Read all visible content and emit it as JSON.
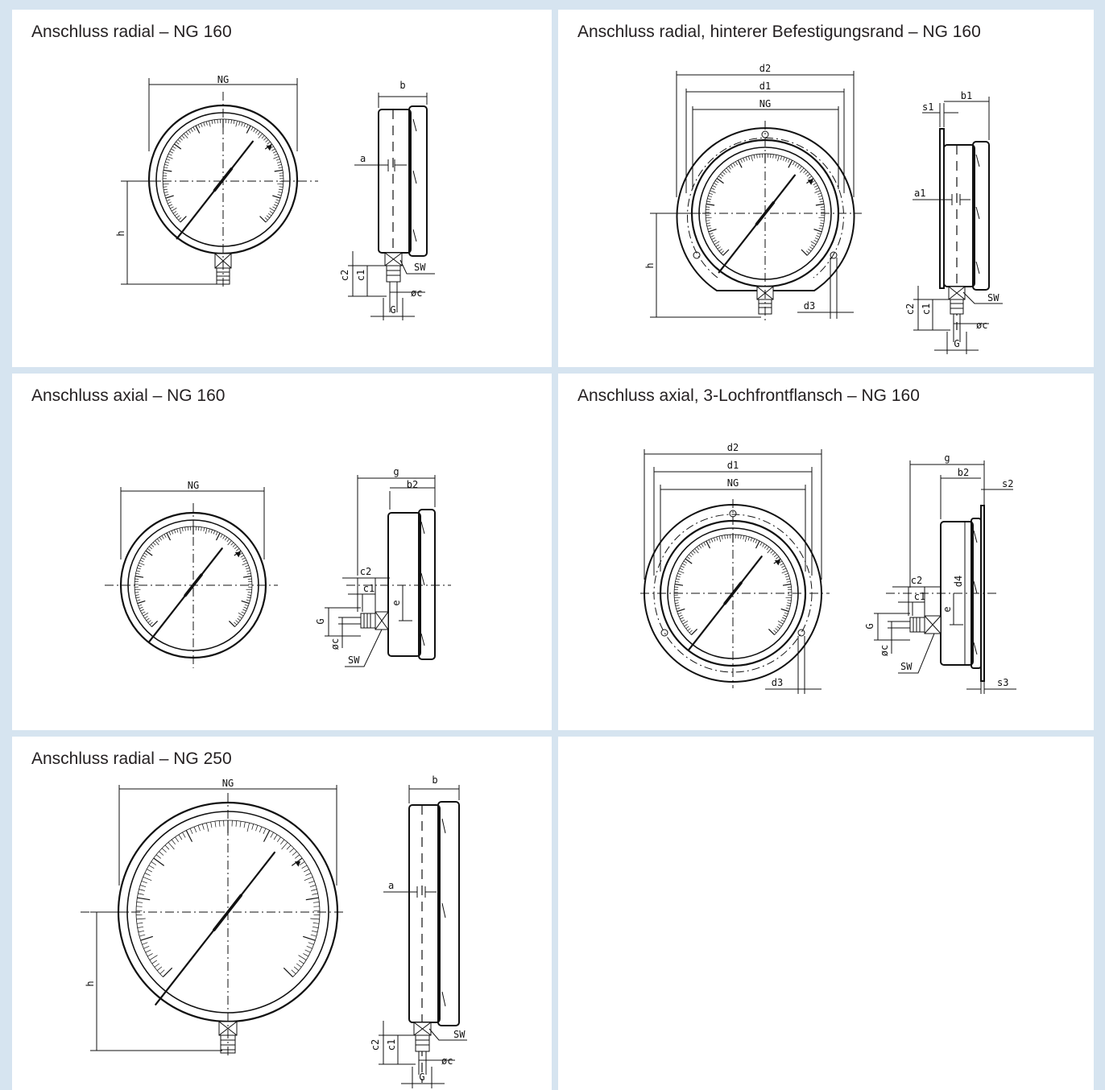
{
  "panels": [
    {
      "title": "Anschluss radial – NG 160",
      "labels": {
        "ng": "NG",
        "h": "h",
        "b": "b",
        "a": "a",
        "sw": "SW",
        "c1": "c1",
        "c2": "c2",
        "phic": "øc",
        "g": "G"
      }
    },
    {
      "title": "Anschluss radial, hinterer Befestigungsrand – NG 160",
      "labels": {
        "d2": "d2",
        "d1": "d1",
        "ng": "NG",
        "h": "h",
        "d3": "d3",
        "s1": "s1",
        "b1": "b1",
        "a1": "a1",
        "sw": "SW",
        "c1": "c1",
        "c2": "c2",
        "phic": "øc",
        "g": "G"
      }
    },
    {
      "title": "Anschluss axial – NG 160",
      "labels": {
        "ng": "NG",
        "g_len": "g",
        "b2": "b2",
        "c2": "c2",
        "c1": "c1",
        "e": "e",
        "g": "G",
        "phic": "øc",
        "sw": "SW"
      }
    },
    {
      "title": "Anschluss axial, 3-Lochfrontflansch – NG 160",
      "labels": {
        "d2": "d2",
        "d1": "d1",
        "ng": "NG",
        "d3": "d3",
        "g_len": "g",
        "b2": "b2",
        "s2": "s2",
        "c2": "c2",
        "c1": "c1",
        "d4": "d4",
        "e": "e",
        "g": "G",
        "phic": "øc",
        "sw": "SW",
        "s3": "s3"
      }
    },
    {
      "title": "Anschluss radial – NG 250",
      "labels": {
        "ng": "NG",
        "h": "h",
        "b": "b",
        "a": "a",
        "sw": "SW",
        "c1": "c1",
        "c2": "c2",
        "phic": "øc",
        "g": "G"
      }
    }
  ]
}
